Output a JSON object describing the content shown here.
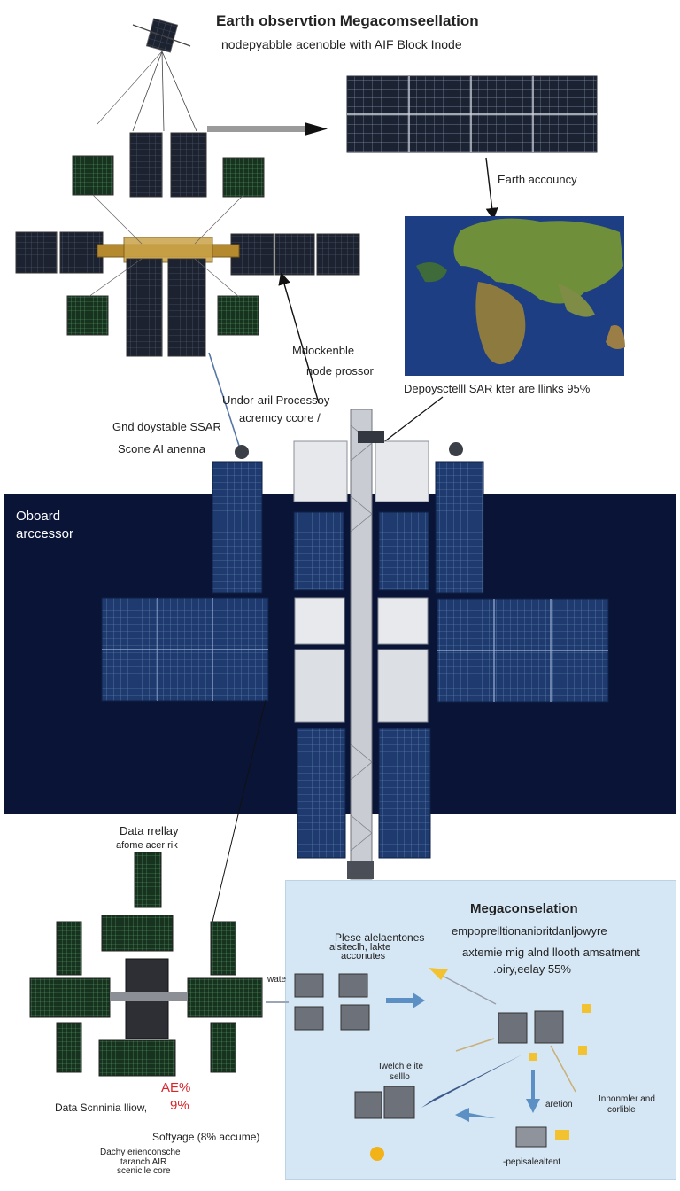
{
  "header": {
    "title": "Earth observtion Megacomseellation",
    "subtitle": "nodepyabble acenoble with AIF Block Inode"
  },
  "labels": {
    "earth_accuracy": "Earth accouncy",
    "modular_line1": "Mdockenble",
    "modular_line2": "node prossor",
    "deployable_sar": "Depoysctelll SAR kter are llinks 95%",
    "onboard_ai_line1": "Undor-aril Processoy",
    "onboard_ai_line2": "acremcy ccore /",
    "sar_antenna_line1": "Gnd doystable SSAR",
    "sar_antenna_line2": "Scone AI anenna",
    "onboard_line1": "Oboard",
    "onboard_line2": "arccessor",
    "data_relay_line1": "Data rrellay",
    "data_relay_line2": "afome acer rik",
    "ae_percent": "AE%",
    "data_sunlink": "Data Scnninia lliow,",
    "data_sunlink_percent": "9%",
    "software_line": "Softyage (8% accume)",
    "bottom_line1": "Dachy erienconsche",
    "bottom_line2": "taranch AIR",
    "bottom_line3": "scenicile core"
  },
  "panel": {
    "title": "Megaconselation",
    "line1": "empoprelltionanioritdanljowyre",
    "line2": "axtemie mig alnd llooth  amsatment",
    "line3": ".oiry,eelay 55%",
    "node_line1": "Plese alelaentones",
    "node_line2": "alsiteclh, lakte",
    "node_line3": "acconutes",
    "node_side": "wate",
    "hub_line1": "Iwelch e ite",
    "hub_line2": "selllo",
    "label_aretion": "aretion",
    "label_right1": "Innonmler and",
    "label_right2": "corlible",
    "label_bottom": "-pepisalealtent"
  },
  "colors": {
    "solar_blue": "#1e3a6e",
    "solar_green": "#1f4a2a",
    "space_dark": "#0c1640",
    "panel_bg": "#d5e6f4",
    "accent_red": "#d8262b",
    "accent_yellow": "#f2c230",
    "arrow_blue": "#5c8fc4"
  }
}
